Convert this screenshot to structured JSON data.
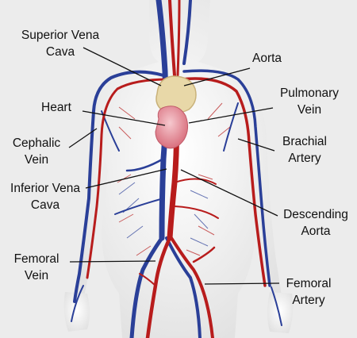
{
  "labels": {
    "superior_vena_cava": [
      "Superior Vena",
      "Cava"
    ],
    "aorta": [
      "Aorta"
    ],
    "heart": [
      "Heart"
    ],
    "pulmonary_vein": [
      "Pulmonary",
      "Vein"
    ],
    "cephalic_vein": [
      "Cephalic",
      "Vein"
    ],
    "brachial_artery": [
      "Brachial",
      "Artery"
    ],
    "inferior_vena_cava": [
      "Inferior Vena",
      "Cava"
    ],
    "descending_aorta": [
      "Descending",
      "Aorta"
    ],
    "femoral_vein": [
      "Femoral",
      "Vein"
    ],
    "femoral_artery": [
      "Femoral",
      "Artery"
    ]
  },
  "colors": {
    "background": "#ececec",
    "body": "#fbfbfb",
    "artery": "#b81c1c",
    "vein": "#2a3f98",
    "heart": "#e69aa3",
    "aortic_arch": "#e8d8a8",
    "leader_line": "#111111"
  }
}
